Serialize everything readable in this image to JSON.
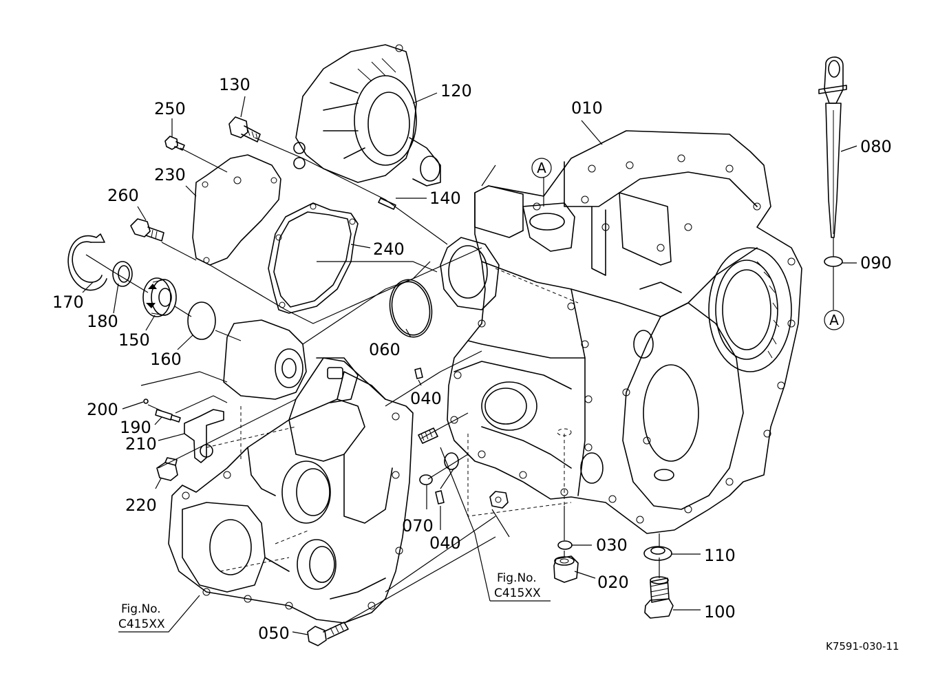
{
  "part_labels": {
    "p010": "010",
    "p020": "020",
    "p030": "030",
    "p040a": "040",
    "p040b": "040",
    "p050": "050",
    "p060": "060",
    "p070": "070",
    "p080": "080",
    "p090": "090",
    "p100": "100",
    "p110": "110",
    "p120": "120",
    "p130": "130",
    "p140": "140",
    "p150": "150",
    "p160": "160",
    "p170": "170",
    "p180": "180",
    "p190": "190",
    "p200": "200",
    "p210": "210",
    "p220": "220",
    "p230": "230",
    "p240": "240",
    "p250": "250",
    "p260": "260"
  },
  "references": {
    "left": {
      "fig": "Fig.No.",
      "code": "C415XX"
    },
    "center": {
      "fig": "Fig.No.",
      "code": "C415XX"
    },
    "marker_a_top": "A",
    "marker_a_right": "A"
  },
  "drawing_code": "K7591-030-11"
}
